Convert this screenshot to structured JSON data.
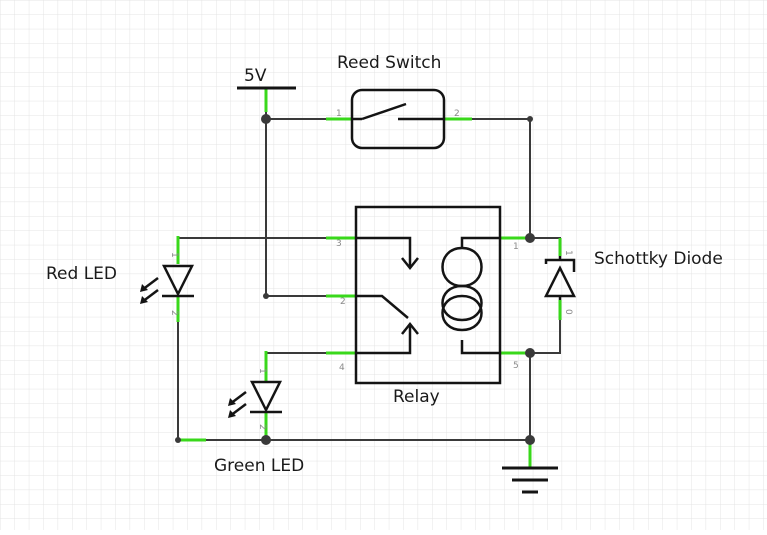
{
  "labels": {
    "vcc": "5V",
    "reed_switch": "Reed Switch",
    "relay": "Relay",
    "schottky": "Schottky Diode",
    "red_led": "Red LED",
    "green_led": "Green LED"
  },
  "pins": {
    "reed_1": "1",
    "reed_2": "2",
    "relay_1": "1",
    "relay_2": "2",
    "relay_3": "3",
    "relay_4": "4",
    "relay_5": "5",
    "red_led_1": "1",
    "red_led_2": "2",
    "green_led_1": "1",
    "green_led_2": "2",
    "schottky_1": "1",
    "schottky_0": "0"
  },
  "colors": {
    "background": "#ffffff",
    "grid": "#e4e4e4",
    "wire": "#3a3a3a",
    "pin_lead": "#39d81b",
    "component": "#141414"
  },
  "icons": [
    "reed-switch-icon",
    "relay-coil-icon",
    "schottky-diode-icon",
    "led-icon",
    "ground-icon",
    "power-rail-icon"
  ]
}
